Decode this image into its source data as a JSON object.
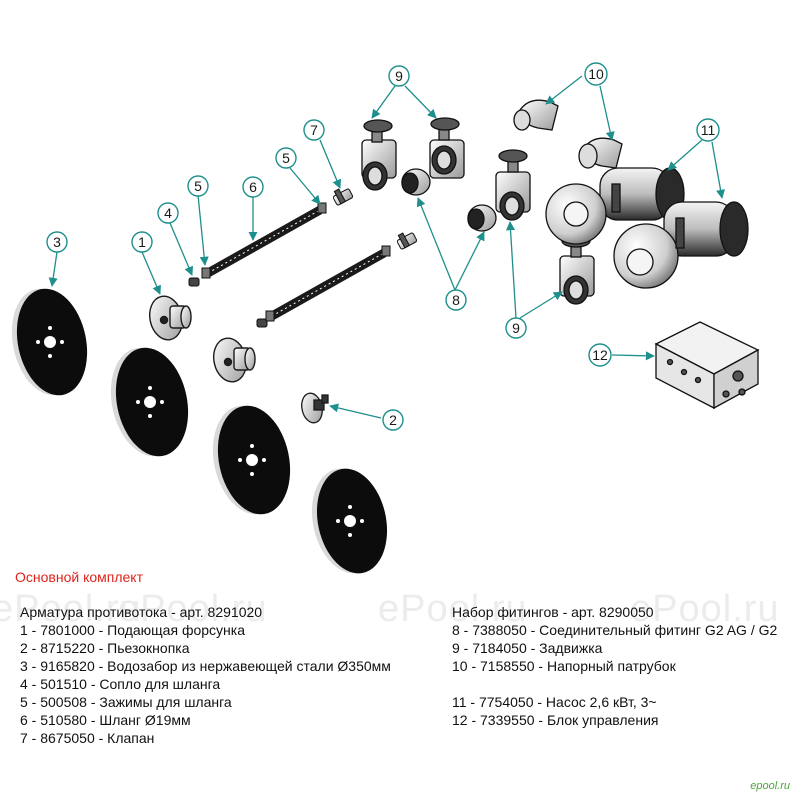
{
  "watermark": "ePool.ru",
  "corner_mark": "epool.ru",
  "colors": {
    "callout": "#1e8f8c",
    "heading": "#e0231b",
    "ink": "#1a1a1a"
  },
  "callouts": [
    "1",
    "2",
    "3",
    "4",
    "5",
    "5",
    "6",
    "7",
    "8",
    "9",
    "9",
    "10",
    "11",
    "12"
  ],
  "heading": "Основной комплект",
  "left_group": {
    "title": "Арматура противотока - арт. 8291020",
    "items": [
      "1 - 7801000 - Подающая форсунка",
      "2 - 8715220 - Пьезокнопка",
      "3 - 9165820 - Водозабор из нержавеющей стали Ø350мм",
      "4 - 501510 - Сопло для шланга",
      "5 - 500508 - Зажимы для шланга",
      "6 - 510580 - Шланг Ø19мм",
      "7 - 8675050 - Клапан"
    ]
  },
  "right_group": {
    "title": "Набор фитингов - арт. 8290050",
    "items": [
      "8 - 7388050 - Соединительный фитинг G2 AG / G2",
      "9 - 7184050 - Задвижка",
      "10 - 7158550 - Напорный патрубок",
      "",
      "11 - 7754050 - Насос 2,6 кВт, 3~",
      "12 - 7339550 - Блок управления"
    ]
  }
}
